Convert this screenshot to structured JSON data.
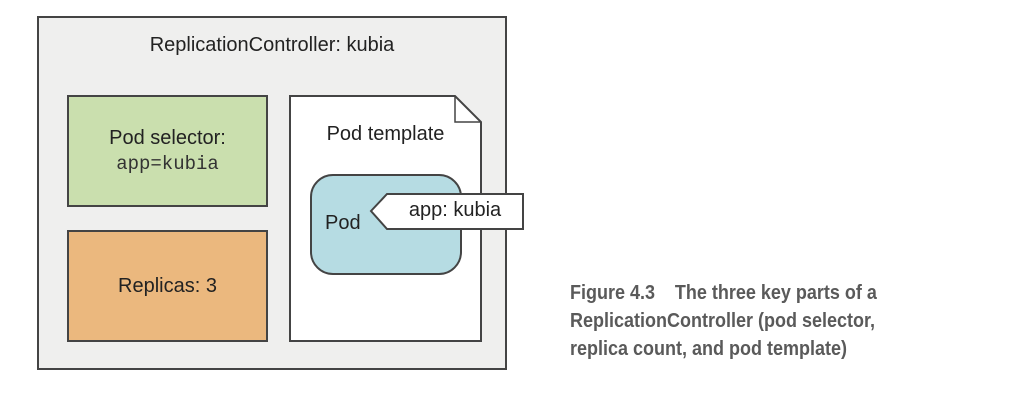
{
  "diagram": {
    "controller_title": "ReplicationController: kubia",
    "pod_selector": {
      "label": "Pod selector:",
      "value": "app=kubia"
    },
    "replicas": {
      "label": "Replicas: 3",
      "count": 3
    },
    "pod_template": {
      "title": "Pod template",
      "pod_label": "Pod",
      "tag": "app: kubia"
    },
    "colors": {
      "controller_bg": "#efefee",
      "selector_bg": "#cadfae",
      "replicas_bg": "#ebb87e",
      "pod_bg": "#b6dce3",
      "template_bg": "#ffffff",
      "border": "#444444"
    }
  },
  "caption": {
    "figure_number": "Figure 4.3",
    "line1": "The three key parts of a",
    "line2": "ReplicationController (pod selector,",
    "line3": "replica count, and pod template)"
  }
}
